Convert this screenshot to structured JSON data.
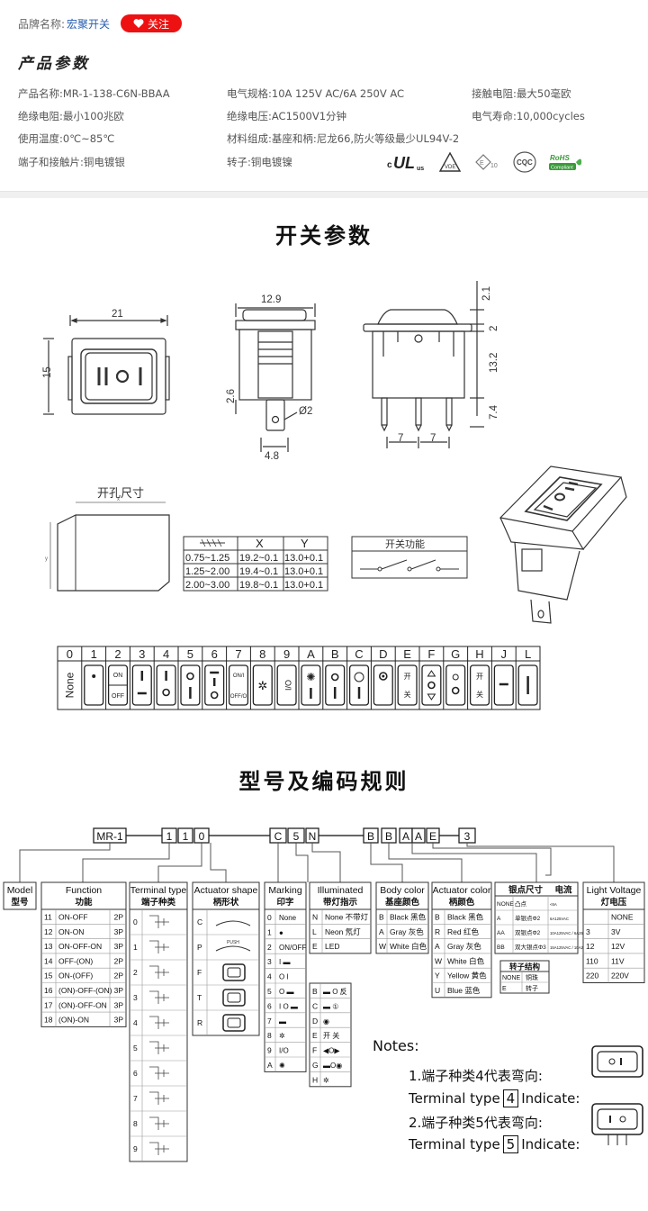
{
  "brand": {
    "label": "品牌名称:",
    "name": "宏聚开关",
    "follow": "关注"
  },
  "section_title": "产品参数",
  "params": [
    {
      "label": "产品名称:",
      "value": "MR-1-138-C6N-BBAA"
    },
    {
      "label": "电气规格:",
      "value": "10A  125V  AC/6A  250V  AC"
    },
    {
      "label": "接触电阻:",
      "value": "最大50毫欧"
    },
    {
      "label": "绝缘电阻:",
      "value": "最小100兆欧"
    },
    {
      "label": "绝缘电压:",
      "value": "AC1500V1分钟"
    },
    {
      "label": "电气寿命:",
      "value": "10,000cycles"
    },
    {
      "label": "使用温度:",
      "value": "0℃~85℃"
    },
    {
      "label": "材料组成:",
      "value": "基座和柄:尼龙66,防火等级最少UL94V-2"
    },
    {
      "label": "端子和接触片:",
      "value": "铜电镀银"
    },
    {
      "label": "转子:",
      "value": "铜电镀镍"
    }
  ],
  "certs": [
    "cULus",
    "VDE",
    "ENEC 10",
    "CQC",
    "RoHS Compliant"
  ],
  "switch_title": "开关参数",
  "dims": {
    "front_w": "21",
    "front_h": "15",
    "side_w": "12.9",
    "side_h": "2.6",
    "side_hole": "Ø2",
    "side_term": "4.8",
    "top": "2.1",
    "r1": "2",
    "r2": "13.2",
    "r3": "7.4",
    "p1": "7",
    "p2": "7"
  },
  "cutout": {
    "title": "开孔尺寸",
    "x": "x",
    "y": "y"
  },
  "panel_table": {
    "headers": [
      "",
      "X",
      "Y"
    ],
    "rows": [
      [
        "0.75~1.25",
        "19.2~0.1",
        "13.0+0.1"
      ],
      [
        "1.25~2.00",
        "19.4~0.1",
        "13.0+0.1"
      ],
      [
        "2.00~3.00",
        "19.8~0.1",
        "13.0+0.1"
      ]
    ]
  },
  "switch_func": "开关功能",
  "marking_codes": [
    "0",
    "1",
    "2",
    "3",
    "4",
    "5",
    "6",
    "7",
    "8",
    "9",
    "A",
    "B",
    "C",
    "D",
    "E",
    "F",
    "G",
    "H",
    "J",
    "L"
  ],
  "marking_glyphs": {
    "none": "None",
    "on": "ON",
    "off": "OFF",
    "io": "I/O",
    "on_i": "ON/I",
    "off_o": "OFF/O",
    "open": "开",
    "close": "关",
    "b_top": "关"
  },
  "model_title": "型号及编码规则",
  "code_parts": [
    "MR-1",
    "1",
    "1",
    "0",
    "C",
    "5",
    "N",
    "B",
    "B",
    "A",
    "A",
    "E",
    "3"
  ],
  "model_box": {
    "en": "Model",
    "cn": "型号"
  },
  "function": {
    "en": "Function",
    "cn": "功能",
    "rows": [
      [
        "11",
        "ON-OFF",
        "2P"
      ],
      [
        "12",
        "ON-ON",
        "3P"
      ],
      [
        "13",
        "ON-OFF-ON",
        "3P"
      ],
      [
        "14",
        "OFF-(ON)",
        "2P"
      ],
      [
        "15",
        "ON-(OFF)",
        "2P"
      ],
      [
        "16",
        "(ON)-OFF-(ON)",
        "3P"
      ],
      [
        "17",
        "(ON)-OFF-ON",
        "3P"
      ],
      [
        "18",
        "(ON)-ON",
        "3P"
      ]
    ]
  },
  "terminal": {
    "en": "Terminal type",
    "cn": "端子种类",
    "codes": [
      "0",
      "1",
      "2",
      "3",
      "4",
      "5",
      "6",
      "7",
      "8",
      "9"
    ]
  },
  "actuator_shape": {
    "en": "Actuator shape",
    "cn": "柄形状",
    "codes": [
      "C",
      "P",
      "F",
      "T",
      "R"
    ],
    "push": "PUSH"
  },
  "marking": {
    "en": "Marking",
    "cn": "印字",
    "left": [
      [
        "0",
        "None"
      ],
      [
        "1",
        "●"
      ],
      [
        "2",
        "ON/OFF"
      ],
      [
        "3",
        "I ▬"
      ],
      [
        "4",
        "O I"
      ],
      [
        "5",
        "O ▬"
      ],
      [
        "6",
        "I O ▬"
      ],
      [
        "7",
        "▬"
      ],
      [
        "8",
        "✲"
      ],
      [
        "9",
        "I/O"
      ],
      [
        "A",
        "✺"
      ]
    ],
    "right": [
      [
        "B",
        "▬ O 反"
      ],
      [
        "C",
        "▬ ①"
      ],
      [
        "D",
        "◉"
      ],
      [
        "E",
        "开 关"
      ],
      [
        "F",
        "◀O▶"
      ],
      [
        "G",
        "▬O◉"
      ],
      [
        "H",
        "✲"
      ]
    ]
  },
  "illum": {
    "en": "Illuminated",
    "cn": "带灯指示",
    "rows": [
      [
        "N",
        "None 不带灯"
      ],
      [
        "L",
        "Neon 氖灯"
      ],
      [
        "E",
        "LED"
      ]
    ]
  },
  "body_color": {
    "en": "Body color",
    "cn": "基座颜色",
    "rows": [
      [
        "B",
        "Black 黑色"
      ],
      [
        "A",
        "Gray 灰色"
      ],
      [
        "W",
        "White 白色"
      ]
    ]
  },
  "act_color": {
    "en": "Actuator color",
    "cn": "柄颜色",
    "rows": [
      [
        "B",
        "Black 黑色"
      ],
      [
        "R",
        "Red 红色"
      ],
      [
        "A",
        "Gray 灰色"
      ],
      [
        "W",
        "White 白色"
      ],
      [
        "Y",
        "Yellow 黄色"
      ],
      [
        "U",
        "Blue 蓝色"
      ]
    ]
  },
  "contact": {
    "h1": "银点尺寸",
    "h2": "电流",
    "rows": [
      [
        "NONE",
        "凸点",
        "<6A"
      ],
      [
        "A",
        "单银点Φ2",
        "6A125VAC"
      ],
      [
        "AA",
        "双银点Φ2",
        "10A125VAC / 6A250VAC"
      ],
      [
        "BB",
        "双大银点Φ3",
        "15A125VAC / 10A250VAC"
      ]
    ],
    "rotor_title": "转子结构",
    "rotor": [
      [
        "NONE",
        "铜珠"
      ],
      [
        "E",
        "转子"
      ]
    ]
  },
  "light": {
    "en": "Light Voltage",
    "cn": "灯电压",
    "rows": [
      [
        "",
        "NONE"
      ],
      [
        "3",
        "3V"
      ],
      [
        "12",
        "12V"
      ],
      [
        "110",
        "11V"
      ],
      [
        "220",
        "220V"
      ]
    ]
  },
  "notes": {
    "title": "Notes:",
    "n1": "1.端子种类4代表弯向:",
    "n1b": "Terminal type",
    "n1v": "4",
    "n1c": "Indicate:",
    "n2": "2.端子种类5代表弯向:",
    "n2b": "Terminal type",
    "n2v": "5",
    "n2c": "Indicate:"
  },
  "colors": {
    "accent": "#e11111",
    "link": "#2a60b0",
    "ink": "#111111"
  }
}
